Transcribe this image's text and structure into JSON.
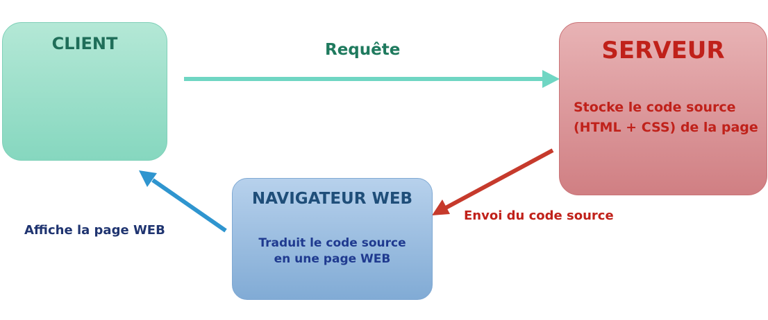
{
  "nodes": {
    "client": {
      "title": "CLIENT"
    },
    "server": {
      "title": "SERVEUR",
      "description": "Stocke le code source (HTML + CSS) de la page"
    },
    "browser": {
      "title": "NAVIGATEUR WEB",
      "description_line1": "Traduit le code source",
      "description_line2": "en une page WEB"
    }
  },
  "edges": {
    "request": {
      "label": "Requête",
      "color": "#6fd6c3"
    },
    "send_source": {
      "label": "Envoi du code source",
      "color": "#c63a2c"
    },
    "display": {
      "label": "Affiche la page WEB",
      "color": "#2f95cf"
    }
  }
}
